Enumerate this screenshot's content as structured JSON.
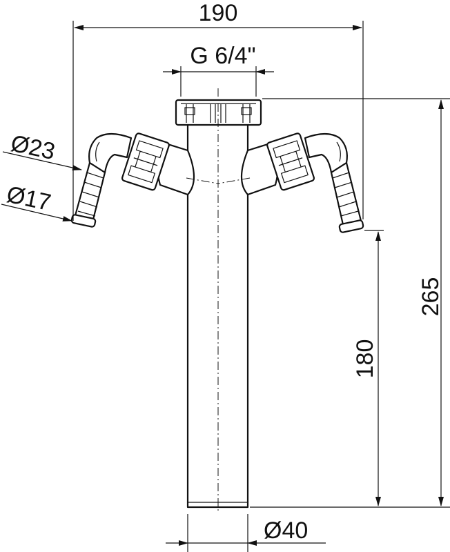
{
  "dimensions": {
    "overall_width": "190",
    "thread": "G 6/4\"",
    "outlet_diameter_outer": "Ø23",
    "outlet_diameter_inner": "Ø17",
    "overall_height": "265",
    "pipe_length": "180",
    "pipe_diameter": "Ø40"
  },
  "colors": {
    "line": "#111111",
    "background": "#ffffff"
  }
}
